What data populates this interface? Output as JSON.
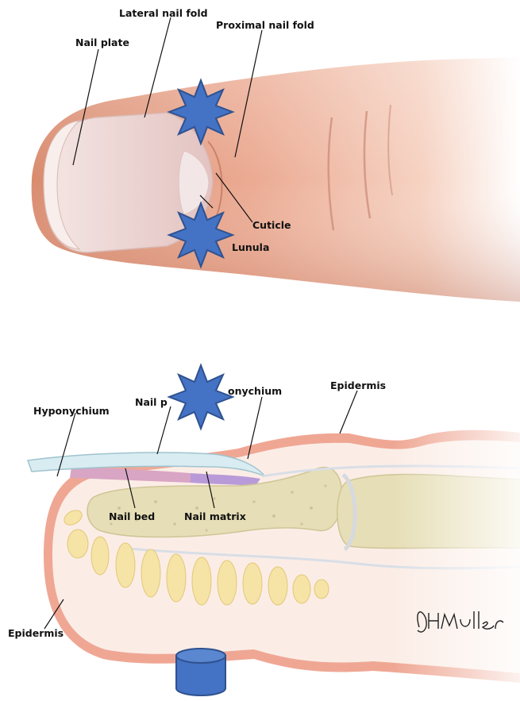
{
  "top_figure": {
    "labels": {
      "lateral_nail_fold": "Lateral nail fold",
      "nail_plate": "Nail plate",
      "proximal_nail_fold": "Proximal nail fold",
      "cuticle": "Cuticle",
      "lunula": "Lunula"
    }
  },
  "bottom_figure": {
    "labels": {
      "hyponychium": "Hyponychium",
      "nail_plate_partial": "Nail p",
      "eponychium_partial": "onychium",
      "epidermis_top": "Epidermis",
      "nail_bed": "Nail bed",
      "nail_matrix": "Nail matrix",
      "epidermis_bottom": "Epidermis"
    },
    "signature": "JHMuller"
  },
  "colors": {
    "skin": "#EBAE98",
    "nail": "#EFD7D5",
    "overlay_shape": "#4472C4",
    "overlay_outline": "#2F528F"
  }
}
